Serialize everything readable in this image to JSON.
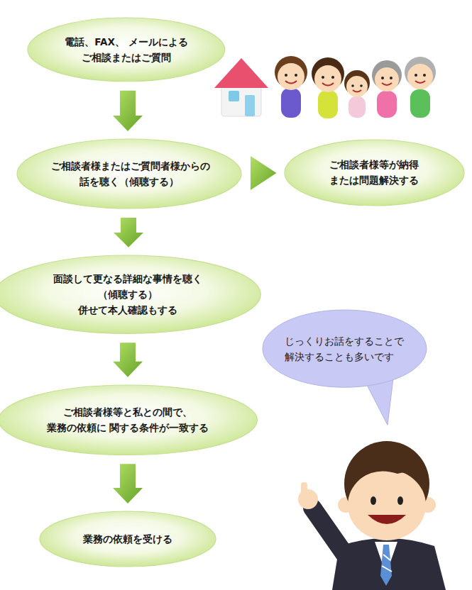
{
  "diagram": {
    "nodes": [
      {
        "text": [
          "電話、FAX、 メールによる ご相談またはご質問"
        ]
      },
      {
        "text": [
          "ご相談者様またはご質問者様からの 話を聴く（傾聴する）"
        ]
      },
      {
        "text": [
          "ご相談者様等が納得 または問題解決する"
        ]
      },
      {
        "text": [
          "面談して更なる詳細な事情を聴く （傾聴する） 併せて本人確認もする"
        ]
      },
      {
        "text": [
          "ご相談者様等と私との間で、 業務の依頼に 関する条件が一致する"
        ]
      },
      {
        "text": [
          "業務の依頼を受ける"
        ]
      },
      {
        "text": [
          "じっくりお話をすることで 解決することも多いです"
        ]
      }
    ],
    "edges": [
      {
        "from": 0,
        "to": 1,
        "arrow": "to"
      },
      {
        "from": 1,
        "to": 2,
        "arrow": "to"
      },
      {
        "from": 1,
        "to": 3,
        "arrow": "to"
      },
      {
        "from": 3,
        "to": 4,
        "arrow": "to"
      },
      {
        "from": 4,
        "to": 5,
        "arrow": "to"
      }
    ]
  }
}
